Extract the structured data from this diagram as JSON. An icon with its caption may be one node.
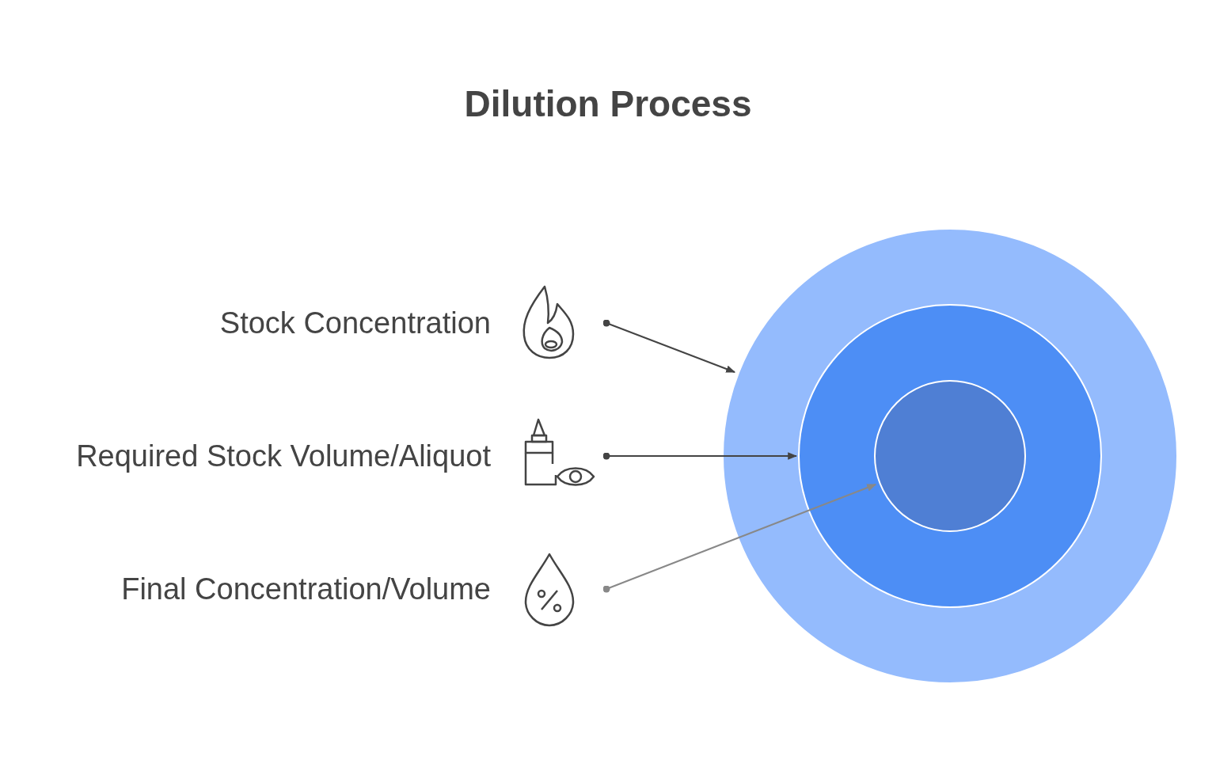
{
  "diagram": {
    "title": "Dilution Process",
    "nodes": [
      {
        "text": [
          "Stock Concentration"
        ]
      },
      {
        "text": [
          "Required Stock Volume/Aliquot"
        ]
      },
      {
        "text": [
          "Final Concentration/Volume"
        ]
      },
      {
        "text": [],
        "shape": "circle"
      },
      {
        "text": [],
        "shape": "circle",
        "in": 3
      },
      {
        "text": [],
        "shape": "circle",
        "in": 4
      }
    ],
    "edges": [
      {
        "from": 0,
        "to": 3,
        "arrow": "to"
      },
      {
        "from": 1,
        "to": 4,
        "arrow": "to"
      },
      {
        "from": 2,
        "to": 5,
        "arrow": "to",
        "color": "#888888"
      }
    ]
  }
}
